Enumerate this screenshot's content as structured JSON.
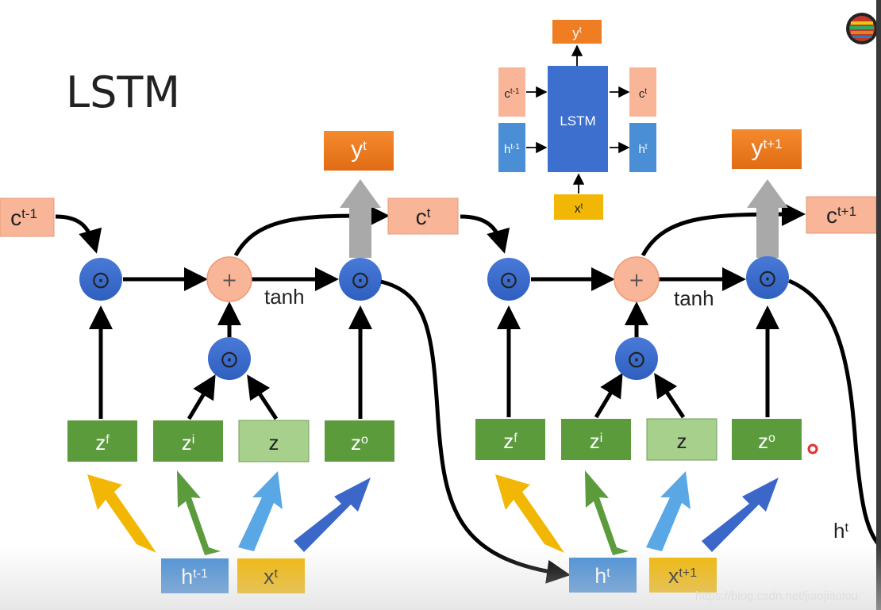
{
  "title": "LSTM",
  "watermark": "https://blog.csdn.net/jiaojiaolou",
  "colors": {
    "gate_green": "#5b9b3c",
    "z_light": "#a8d08d",
    "orange_out": "#ef7d22",
    "salmon_cell": "#f8b597",
    "blue_node": "#3d6fcf",
    "blue_h": "#4a8fd6",
    "yellow_x": "#f2b705",
    "plus_node": "#f8b597"
  },
  "icons": {
    "multiply": "⊙",
    "plus": "+"
  },
  "left_cell": {
    "c_prev": {
      "base": "c",
      "sup": "t-1"
    },
    "c_out": {
      "base": "c",
      "sup": "t"
    },
    "y_out": {
      "base": "y",
      "sup": "t"
    },
    "tanh": "tanh",
    "h_in": {
      "base": "h",
      "sup": "t-1"
    },
    "x_in": {
      "base": "x",
      "sup": "t"
    },
    "gates": [
      {
        "base": "z",
        "sup": "f"
      },
      {
        "base": "z",
        "sup": "i"
      },
      {
        "base": "z",
        "sup": ""
      },
      {
        "base": "z",
        "sup": "o"
      }
    ]
  },
  "right_cell": {
    "c_out": {
      "base": "c",
      "sup": "t+1"
    },
    "y_out": {
      "base": "y",
      "sup": "t+1"
    },
    "tanh": "tanh",
    "h_in": {
      "base": "h",
      "sup": "t"
    },
    "x_in": {
      "base": "x",
      "sup": "t+1"
    },
    "h_out": {
      "base": "h",
      "sup": "t"
    },
    "gates": [
      {
        "base": "z",
        "sup": "f"
      },
      {
        "base": "z",
        "sup": "i"
      },
      {
        "base": "z",
        "sup": ""
      },
      {
        "base": "z",
        "sup": "o"
      }
    ]
  },
  "inset": {
    "block": "LSTM",
    "y": {
      "base": "y",
      "sup": "t"
    },
    "c_in": {
      "base": "c",
      "sup": "t-1"
    },
    "c_out": {
      "base": "c",
      "sup": "t"
    },
    "h_in": {
      "base": "h",
      "sup": "t-1"
    },
    "h_out": {
      "base": "h",
      "sup": "t"
    },
    "x": {
      "base": "x",
      "sup": "t"
    }
  }
}
